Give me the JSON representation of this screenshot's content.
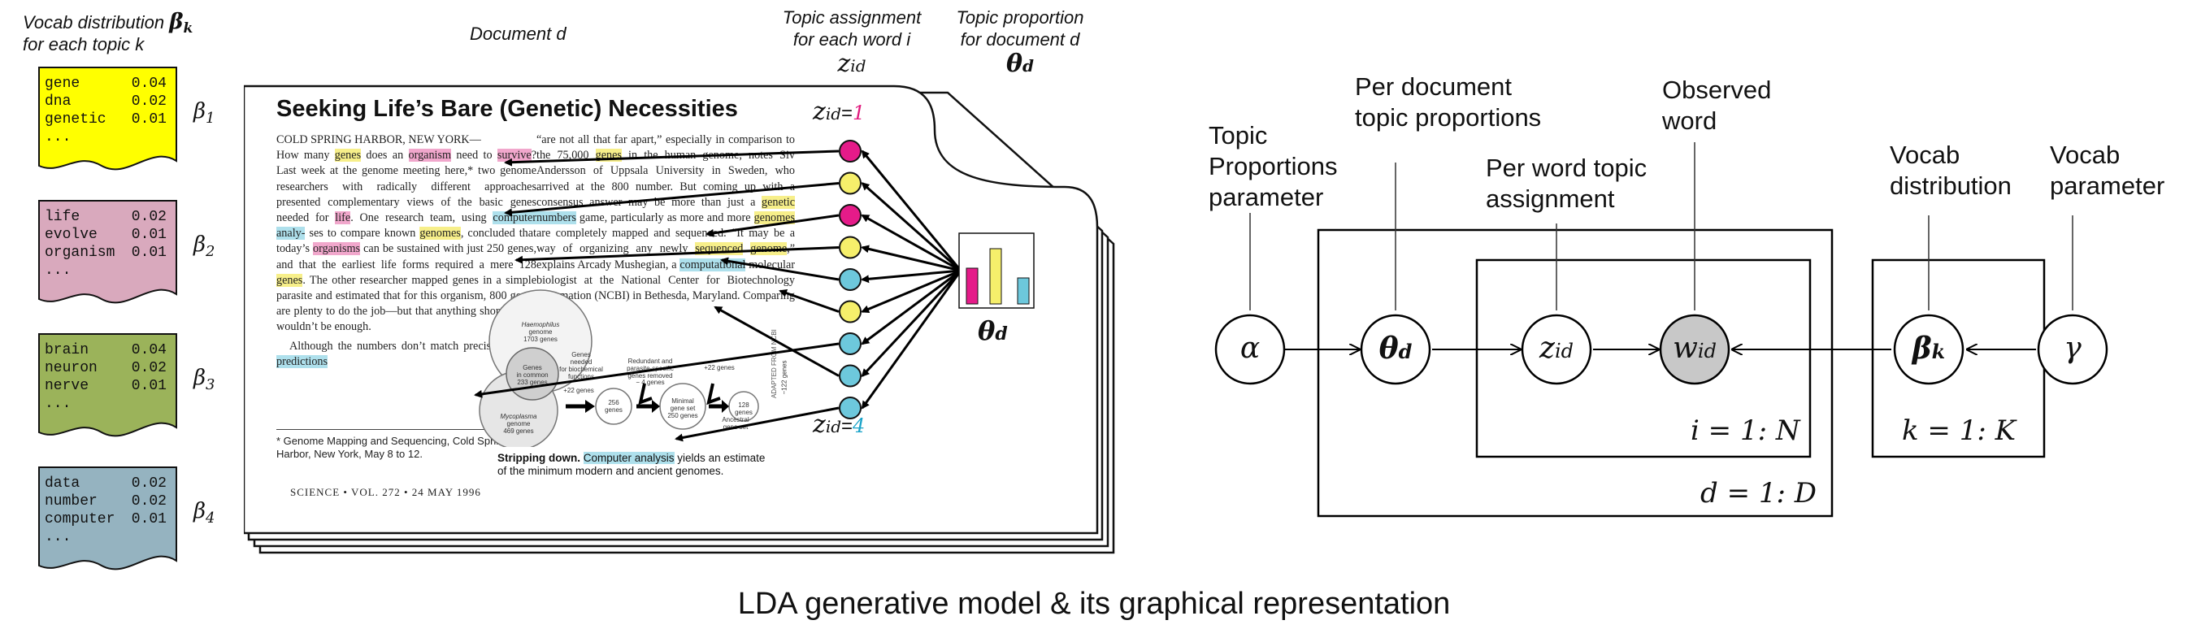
{
  "left_panel": {
    "vocab_label_1": "Vocab distribution",
    "vocab_label_sym": "β",
    "vocab_label_sub": "k",
    "vocab_label_2": "for each topic k",
    "document_label": "Document d",
    "topic_assign_1": "Topic assignment",
    "topic_assign_2": "for each word i",
    "topic_assign_sym": "z",
    "topic_assign_sub": "id",
    "topic_prop_1": "Topic proportion",
    "topic_prop_2": "for document d",
    "theta_sym": "θ",
    "theta_sub": "d"
  },
  "topics": [
    {
      "beta": "β",
      "sub": "1",
      "color": "#ffff00",
      "words": [
        [
          "gene",
          "0.04"
        ],
        [
          "dna",
          "0.02"
        ],
        [
          "genetic",
          "0.01"
        ],
        [
          "...",
          ""
        ]
      ]
    },
    {
      "beta": "β",
      "sub": "2",
      "color": "#d9a9bd",
      "words": [
        [
          "life",
          "0.02"
        ],
        [
          "evolve",
          "0.01"
        ],
        [
          "organism",
          "0.01"
        ],
        [
          "...",
          ""
        ]
      ]
    },
    {
      "beta": "β",
      "sub": "3",
      "color": "#9bb35a",
      "words": [
        [
          "brain",
          "0.04"
        ],
        [
          "neuron",
          "0.02"
        ],
        [
          "nerve",
          "0.01"
        ],
        [
          "...",
          ""
        ]
      ]
    },
    {
      "beta": "β",
      "sub": "4",
      "color": "#95b3c0",
      "words": [
        [
          "data",
          "0.02"
        ],
        [
          "number",
          "0.02"
        ],
        [
          "computer",
          "0.01"
        ],
        [
          "...",
          ""
        ]
      ]
    }
  ],
  "article": {
    "title": "Seeking Life’s Bare (Genetic) Necessities",
    "dateline": "COLD SPRING HARBOR, NEW YORK—",
    "col1": [
      {
        "t": "How many "
      },
      {
        "t": "genes",
        "h": "yel"
      },
      {
        "t": " does an "
      },
      {
        "t": "organism",
        "h": "pink"
      },
      {
        "t": " need to "
      },
      {
        "t": "survive",
        "h": "pink"
      },
      {
        "t": "? Last week at the genome meeting here,* two genome researchers with radically different approaches presented complementary views of the basic genes needed for "
      },
      {
        "t": "life",
        "h": "pink"
      },
      {
        "t": ". One research team, using "
      },
      {
        "t": "computer analy-",
        "h": "blue"
      },
      {
        "t": " ses to compare known "
      },
      {
        "t": "genomes",
        "h": "yel"
      },
      {
        "t": ", concluded that today’s "
      },
      {
        "t": "organisms",
        "h": "pink"
      },
      {
        "t": " can be sustained with just 250 genes, and that the earliest life forms required a mere 128 "
      },
      {
        "t": "genes",
        "h": "yel"
      },
      {
        "t": ". The other researcher mapped genes in a simple parasite and estimated that for this organism, 800 genes are plenty to do the job—but that anything short of 100 wouldn’t be enough."
      }
    ],
    "col1_b": [
      {
        "t": "Although the numbers don’t match precisely, those "
      },
      {
        "t": "predictions",
        "h": "blue"
      }
    ],
    "col2": [
      {
        "t": "“are not all that far apart,” especially in comparison to the 75,000 "
      },
      {
        "t": "genes",
        "h": "yel"
      },
      {
        "t": " in the human genome, notes Siv Andersson of Uppsala University in Sweden, who arrived at the 800 number. But coming up with a consensus answer may be more than just a "
      },
      {
        "t": "genetic",
        "h": "yel"
      },
      {
        "t": " "
      },
      {
        "t": "numbers",
        "h": "blue"
      },
      {
        "t": " game, particularly as more and more "
      },
      {
        "t": "genomes",
        "h": "yel"
      },
      {
        "t": " are completely mapped and sequenced. “It may be a way of organizing any newly "
      },
      {
        "t": "sequenced",
        "h": "yel"
      },
      {
        "t": " "
      },
      {
        "t": "genome",
        "h": "yel"
      },
      {
        "t": ",” explains Arcady Mushegian, a "
      },
      {
        "t": "computational",
        "h": "blue"
      },
      {
        "t": " molecular biologist at the National Center for Biotechnology Information (NCBI) in Bethesda, Maryland. Comparing an"
      }
    ],
    "footnote": "* Genome Mapping and Sequencing, Cold Spring Harbor, New York, May 8 to 12.",
    "footer": "SCIENCE • VOL. 272 • 24 MAY 1996",
    "caption_bold": "Stripping down.",
    "caption_hl": "Computer analysis",
    "caption_rest": " yields an estimate of the minimum modern and ancient genomes.",
    "vertical_note": "ADAPTED FROM NCBI",
    "figure": {
      "haemophilus": [
        "Haemophilus",
        "genome",
        "1703 genes"
      ],
      "common": [
        "Genes",
        "in common",
        "233 genes"
      ],
      "mycoplasma": [
        "Mycoplasma",
        "genome",
        "469 genes"
      ],
      "needed": [
        "Genes",
        "needed",
        "for biochemical",
        "functions"
      ],
      "redundant": [
        "Redundant and",
        "parasite-specific",
        "genes removed"
      ],
      "minus4": "− 4 genes",
      "plus22a": "+22 genes",
      "plus22b": "+22 genes",
      "g256": [
        "256",
        "genes"
      ],
      "minimal": [
        "Minimal",
        "gene set",
        "250 genes"
      ],
      "ancestral": [
        "Ancestral",
        "gene set"
      ],
      "g128": [
        "128",
        "genes"
      ],
      "minus122": "−122 genes"
    }
  },
  "z_labels": {
    "top_sym": "z",
    "top_sub": "id",
    "top_eq": "=",
    "top_val": "1",
    "top_color": "#e0197d",
    "bot_sym": "z",
    "bot_sub": "id",
    "bot_eq": "=",
    "bot_val": "4",
    "bot_color": "#1aa3c9"
  },
  "z_circles": [
    "#e51b89",
    "#f6ef6b",
    "#e51b89",
    "#f6ef6b",
    "#6dc8dc",
    "#f6ef6b",
    "#6dc8dc",
    "#6dc8dc",
    "#6dc8dc"
  ],
  "theta_bars": {
    "colors": [
      "#e51b89",
      "#f6ef6b",
      "#6dc8dc"
    ],
    "values": [
      0.55,
      0.85,
      0.4
    ]
  },
  "theta_label": {
    "sym": "θ",
    "sub": "d"
  },
  "graphical_model": {
    "ann_topic_prop_param": [
      "Topic",
      "Proportions",
      "parameter"
    ],
    "ann_doc_topic_prop": [
      "Per document",
      "topic proportions"
    ],
    "ann_word_topic": [
      "Per word topic",
      "assignment"
    ],
    "ann_observed": [
      "Observed",
      "word"
    ],
    "ann_vocab_dist": [
      "Vocab",
      "distribution"
    ],
    "ann_vocab_param": [
      "Vocab",
      "parameter"
    ],
    "nodes": {
      "alpha": "α",
      "theta": "θ",
      "theta_sub": "d",
      "z": "z",
      "z_sub": "id",
      "w": "w",
      "w_sub": "id",
      "beta": "β",
      "beta_sub": "k",
      "gamma": "γ"
    },
    "plates": {
      "inner": "i = 1: N",
      "outer": "d = 1: D",
      "vocab": "k = 1: K"
    }
  },
  "caption": "LDA generative model & its graphical representation"
}
